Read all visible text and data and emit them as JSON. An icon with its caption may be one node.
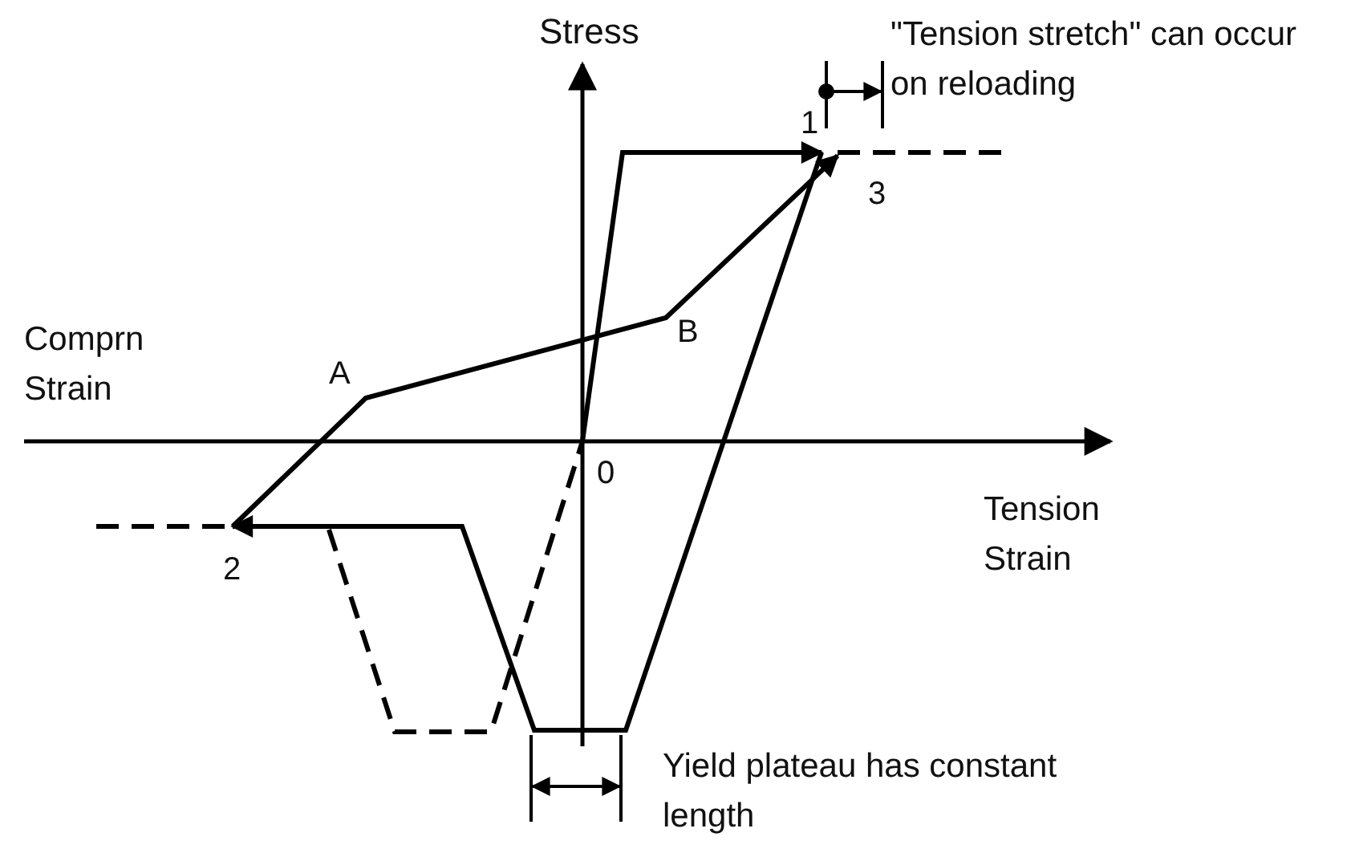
{
  "diagram": {
    "labels": [
      "Stress",
      "\"Tension stretch\" can occur on reloading",
      "1",
      "3",
      "Comprn Strain",
      "B",
      "A",
      "0",
      "2",
      "Tension Strain",
      "Yield plateau has constant length"
    ]
  }
}
